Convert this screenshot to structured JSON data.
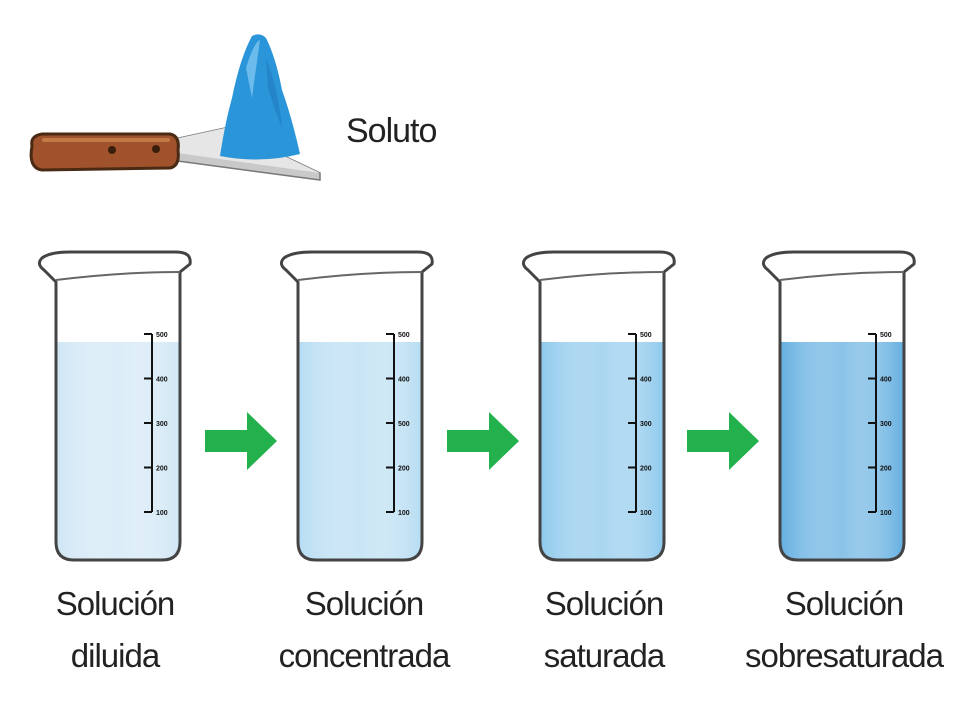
{
  "solute_label": "Soluto",
  "beaker_scale": [
    "500",
    "400",
    "300",
    "200",
    "100"
  ],
  "solutions": [
    {
      "line1": "Solución",
      "line2": "diluida",
      "color": "#cfe6f5",
      "scale": [
        "500",
        "400",
        "300",
        "200",
        "100"
      ]
    },
    {
      "line1": "Solución",
      "line2": "concentrada",
      "color": "#b6dcf2",
      "scale": [
        "500",
        "400",
        "500",
        "200",
        "100"
      ]
    },
    {
      "line1": "Solución",
      "line2": "saturada",
      "color": "#8cc8ec",
      "scale": [
        "500",
        "400",
        "300",
        "200",
        "100"
      ]
    },
    {
      "line1": "Solución",
      "line2": "sobresaturada",
      "color": "#62aee0",
      "scale": [
        "500",
        "400",
        "300",
        "200",
        "100"
      ]
    }
  ],
  "colors": {
    "arrow": "#22b14c",
    "solute": "#2b95d9",
    "handle": "#a0522d"
  },
  "icons": {
    "arrow": "right-arrow-icon",
    "spatula": "spatula-icon",
    "beaker": "beaker-icon"
  }
}
